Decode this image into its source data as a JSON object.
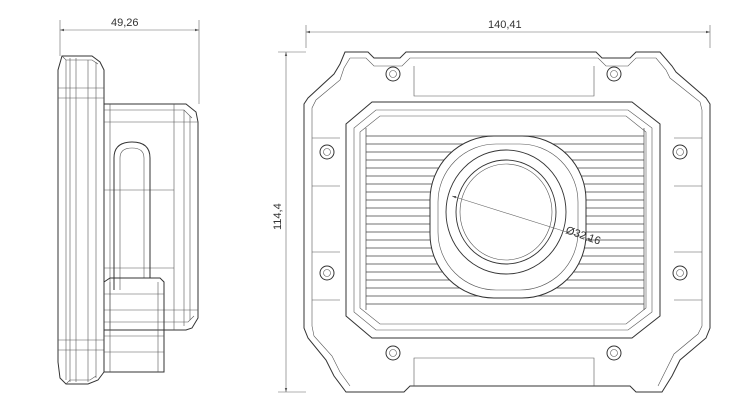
{
  "dimensions": {
    "side_width": "49,26",
    "front_width": "140,41",
    "front_height": "114,4",
    "lens_diameter": "Ø32,16"
  },
  "colors": {
    "line": "#333333",
    "background": "#ffffff"
  }
}
